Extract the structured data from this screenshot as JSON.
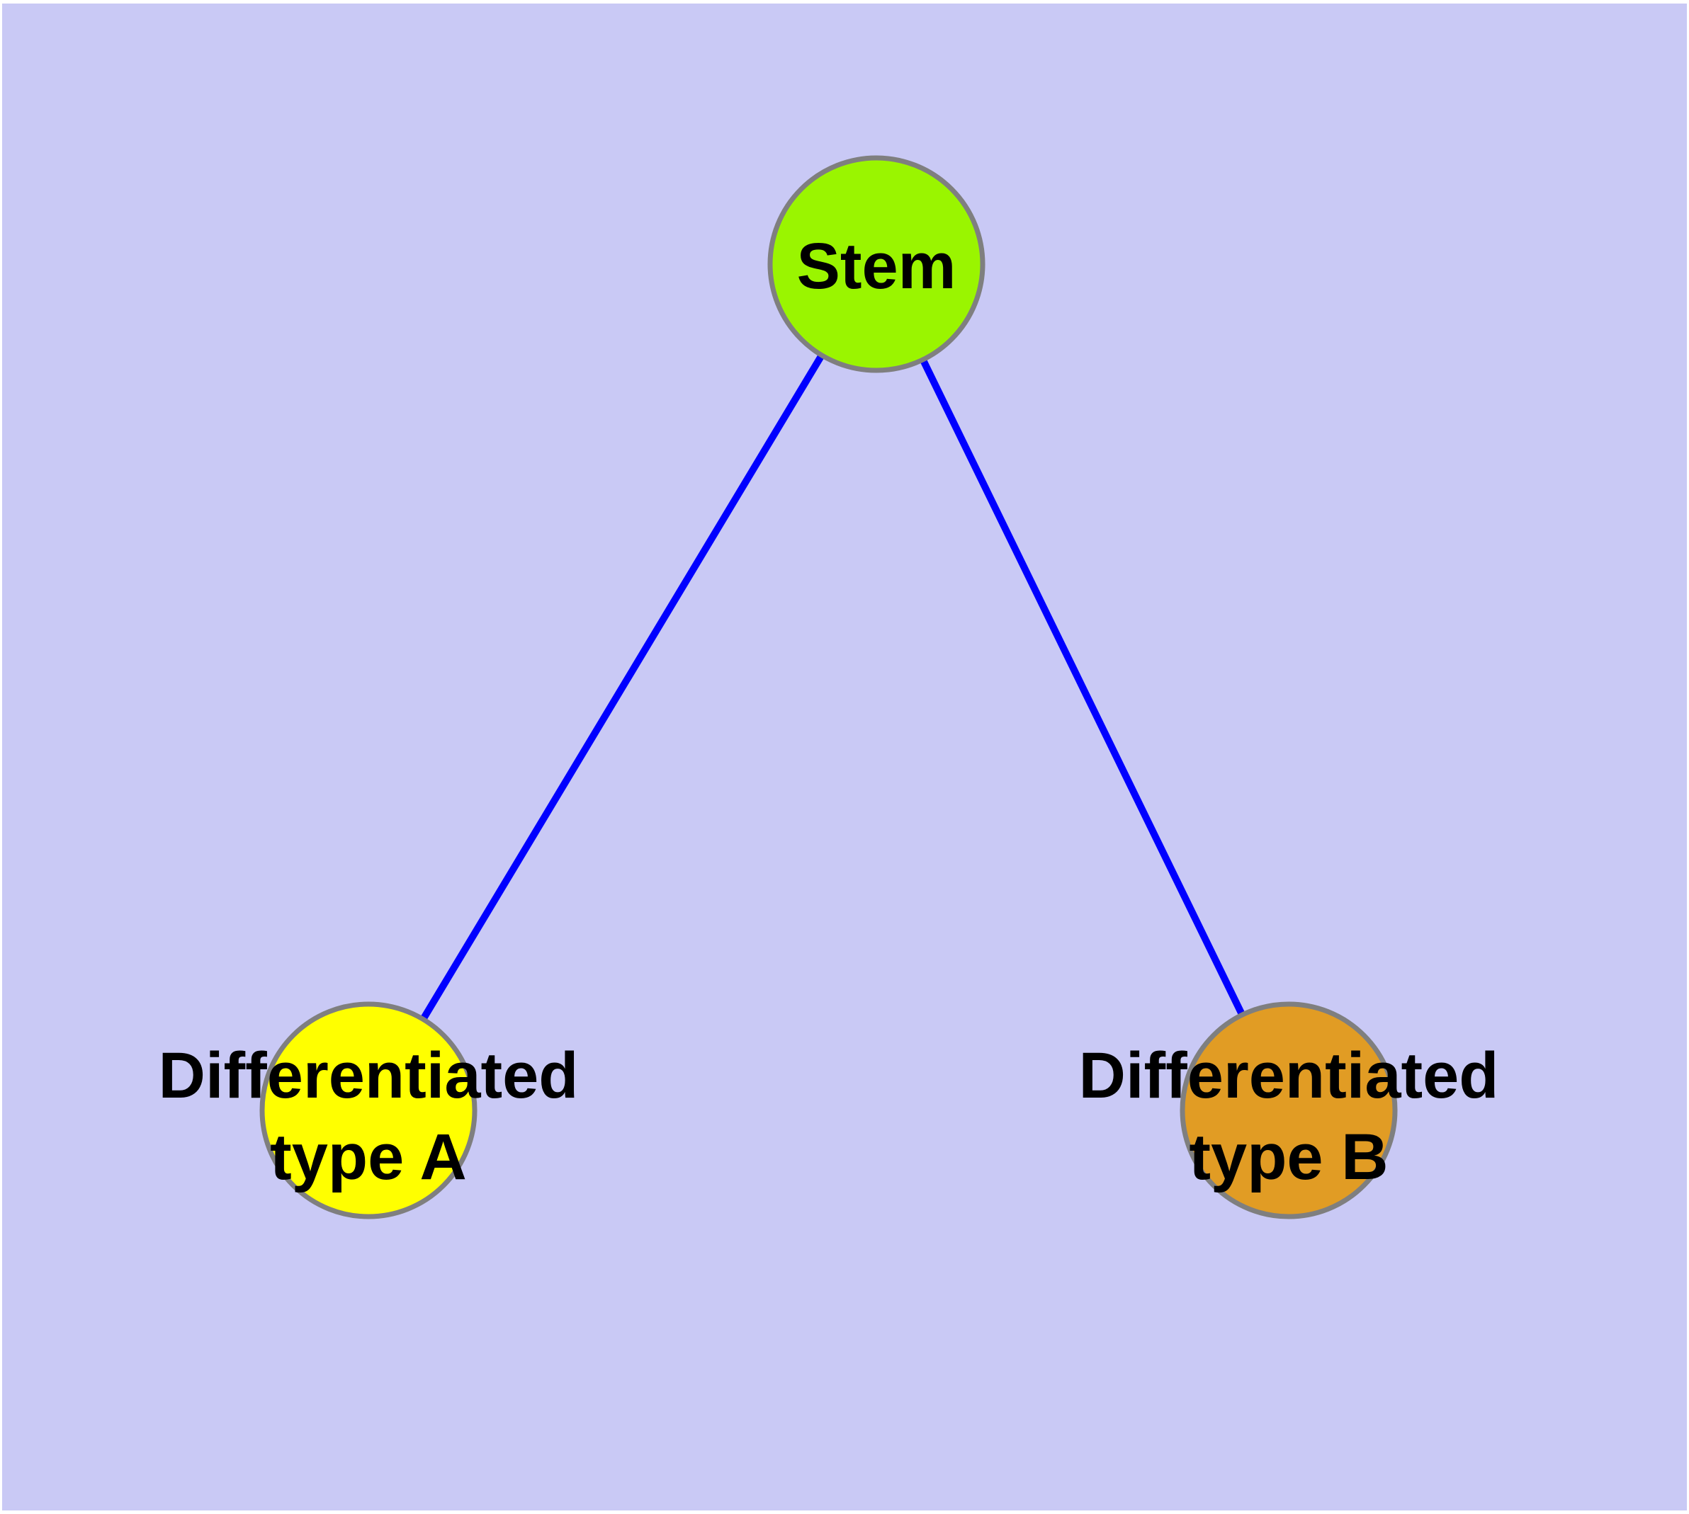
{
  "canvas": {
    "background_color": "#c9c9f5",
    "frame_color": "#ffffff"
  },
  "graph": {
    "node_border_color": "#7f7f7f",
    "text_color": "#000000",
    "edge_color": "#0000ff",
    "nodes": {
      "stem": {
        "label": "Stem",
        "fill": "#9af500"
      },
      "type_a": {
        "label_line1": "Differentiated",
        "label_line2": "type A",
        "fill": "#ffff00"
      },
      "type_b": {
        "label_line1": "Differentiated",
        "label_line2": "type B",
        "fill": "#e19c24"
      }
    },
    "edges": [
      {
        "from": "Stem",
        "to": "Differentiated type A"
      },
      {
        "from": "Stem",
        "to": "Differentiated type B"
      }
    ]
  }
}
